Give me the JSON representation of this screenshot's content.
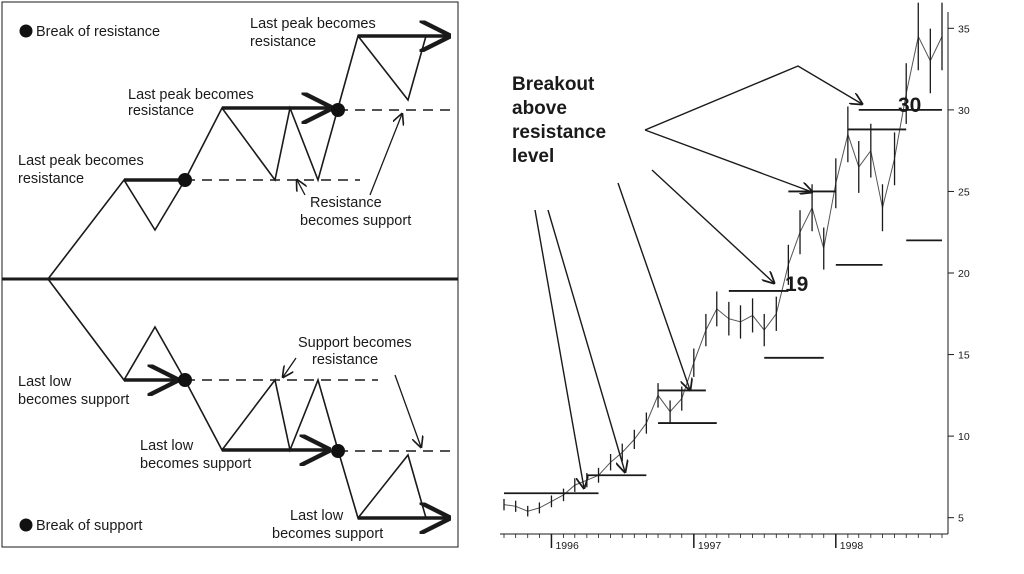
{
  "left_panel": {
    "legend_top": "Break of resistance",
    "legend_bottom": "Break of support",
    "labels": {
      "peak1": [
        "Last peak becomes",
        "resistance"
      ],
      "peak2": [
        "Last peak becomes",
        "resistance"
      ],
      "peak3": [
        "Last peak becomes",
        "resistance"
      ],
      "res_support": [
        "Resistance",
        "becomes support"
      ],
      "low1": [
        "Last low",
        "becomes support"
      ],
      "low2": [
        "Last low",
        "becomes support"
      ],
      "low3": [
        "Last low",
        "becomes support"
      ],
      "sup_res": [
        "Support becomes",
        "resistance"
      ]
    }
  },
  "chart_data": {
    "type": "line",
    "breakout_label": [
      "Breakout",
      "above",
      "resistance",
      "level"
    ],
    "levels_annotated": [
      "19",
      "30"
    ],
    "y_ticks": [
      "5",
      "10",
      "15",
      "20",
      "25",
      "30",
      "35"
    ],
    "x_ticks": [
      "1996",
      "1997",
      "1998"
    ],
    "ylim": [
      4,
      36
    ],
    "x": [
      "1995-09",
      "1995-10",
      "1995-11",
      "1995-12",
      "1996-01",
      "1996-02",
      "1996-03",
      "1996-04",
      "1996-05",
      "1996-06",
      "1996-07",
      "1996-08",
      "1996-09",
      "1996-10",
      "1996-11",
      "1996-12",
      "1997-01",
      "1997-02",
      "1997-03",
      "1997-04",
      "1997-05",
      "1997-06",
      "1997-07",
      "1997-08",
      "1997-09",
      "1997-10",
      "1997-11",
      "1997-12",
      "1998-01",
      "1998-02",
      "1998-03",
      "1998-04",
      "1998-05",
      "1998-06",
      "1998-07",
      "1998-08",
      "1998-09",
      "1998-10"
    ],
    "values": [
      5.8,
      5.7,
      5.4,
      5.6,
      6.0,
      6.4,
      7.0,
      7.3,
      7.6,
      8.4,
      9.0,
      9.8,
      10.8,
      12.5,
      11.5,
      12.3,
      14.5,
      16.5,
      17.8,
      17.2,
      17.0,
      17.4,
      16.5,
      17.5,
      20.5,
      22.5,
      24.0,
      21.5,
      25.5,
      28.5,
      26.5,
      27.5,
      24.0,
      27.0,
      31.0,
      34.5,
      33.0,
      34.5
    ],
    "resistance_levels": [
      6.5,
      7.6,
      12.8,
      18.9,
      25.0,
      30.0
    ],
    "support_levels": [
      10.8,
      14.8,
      20.5,
      28.8,
      22.0
    ]
  }
}
